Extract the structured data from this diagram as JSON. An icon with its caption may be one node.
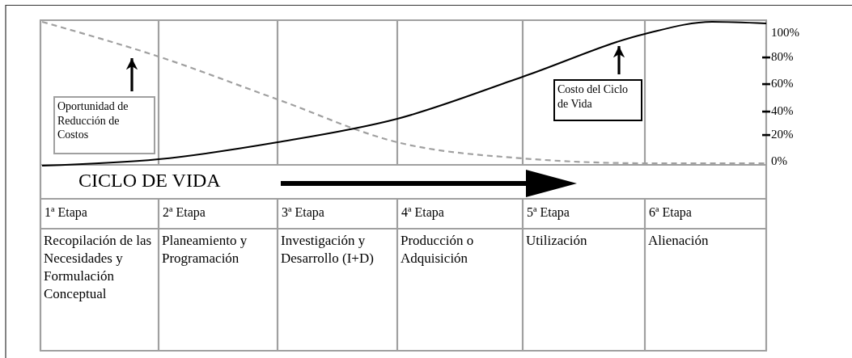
{
  "diagram": {
    "nodes": [
      {
        "text": [
          "Oportunidad de Reducción de Costos"
        ]
      },
      {
        "text": [
          "Costo del Ciclo de Vida"
        ]
      }
    ],
    "edges": [
      {
        "from": 0,
        "to": null,
        "arrow": "to"
      },
      {
        "from": 1,
        "to": null,
        "arrow": "to"
      }
    ],
    "labels": [
      "100%",
      "80%",
      "60%",
      "40%",
      "20%",
      "0%",
      "CICLO DE VIDA",
      "1ª Etapa",
      "2ª Etapa",
      "3ª Etapa",
      "4ª Etapa",
      "5ª Etapa",
      "6ª Etapa",
      "Recopilación de las Necesidades y Formulación Conceptual",
      "Planeamiento y Programación",
      "Investigación y Desarrollo (I+D)",
      "Producción o Adquisición",
      "Utilización",
      "Alienación"
    ]
  }
}
